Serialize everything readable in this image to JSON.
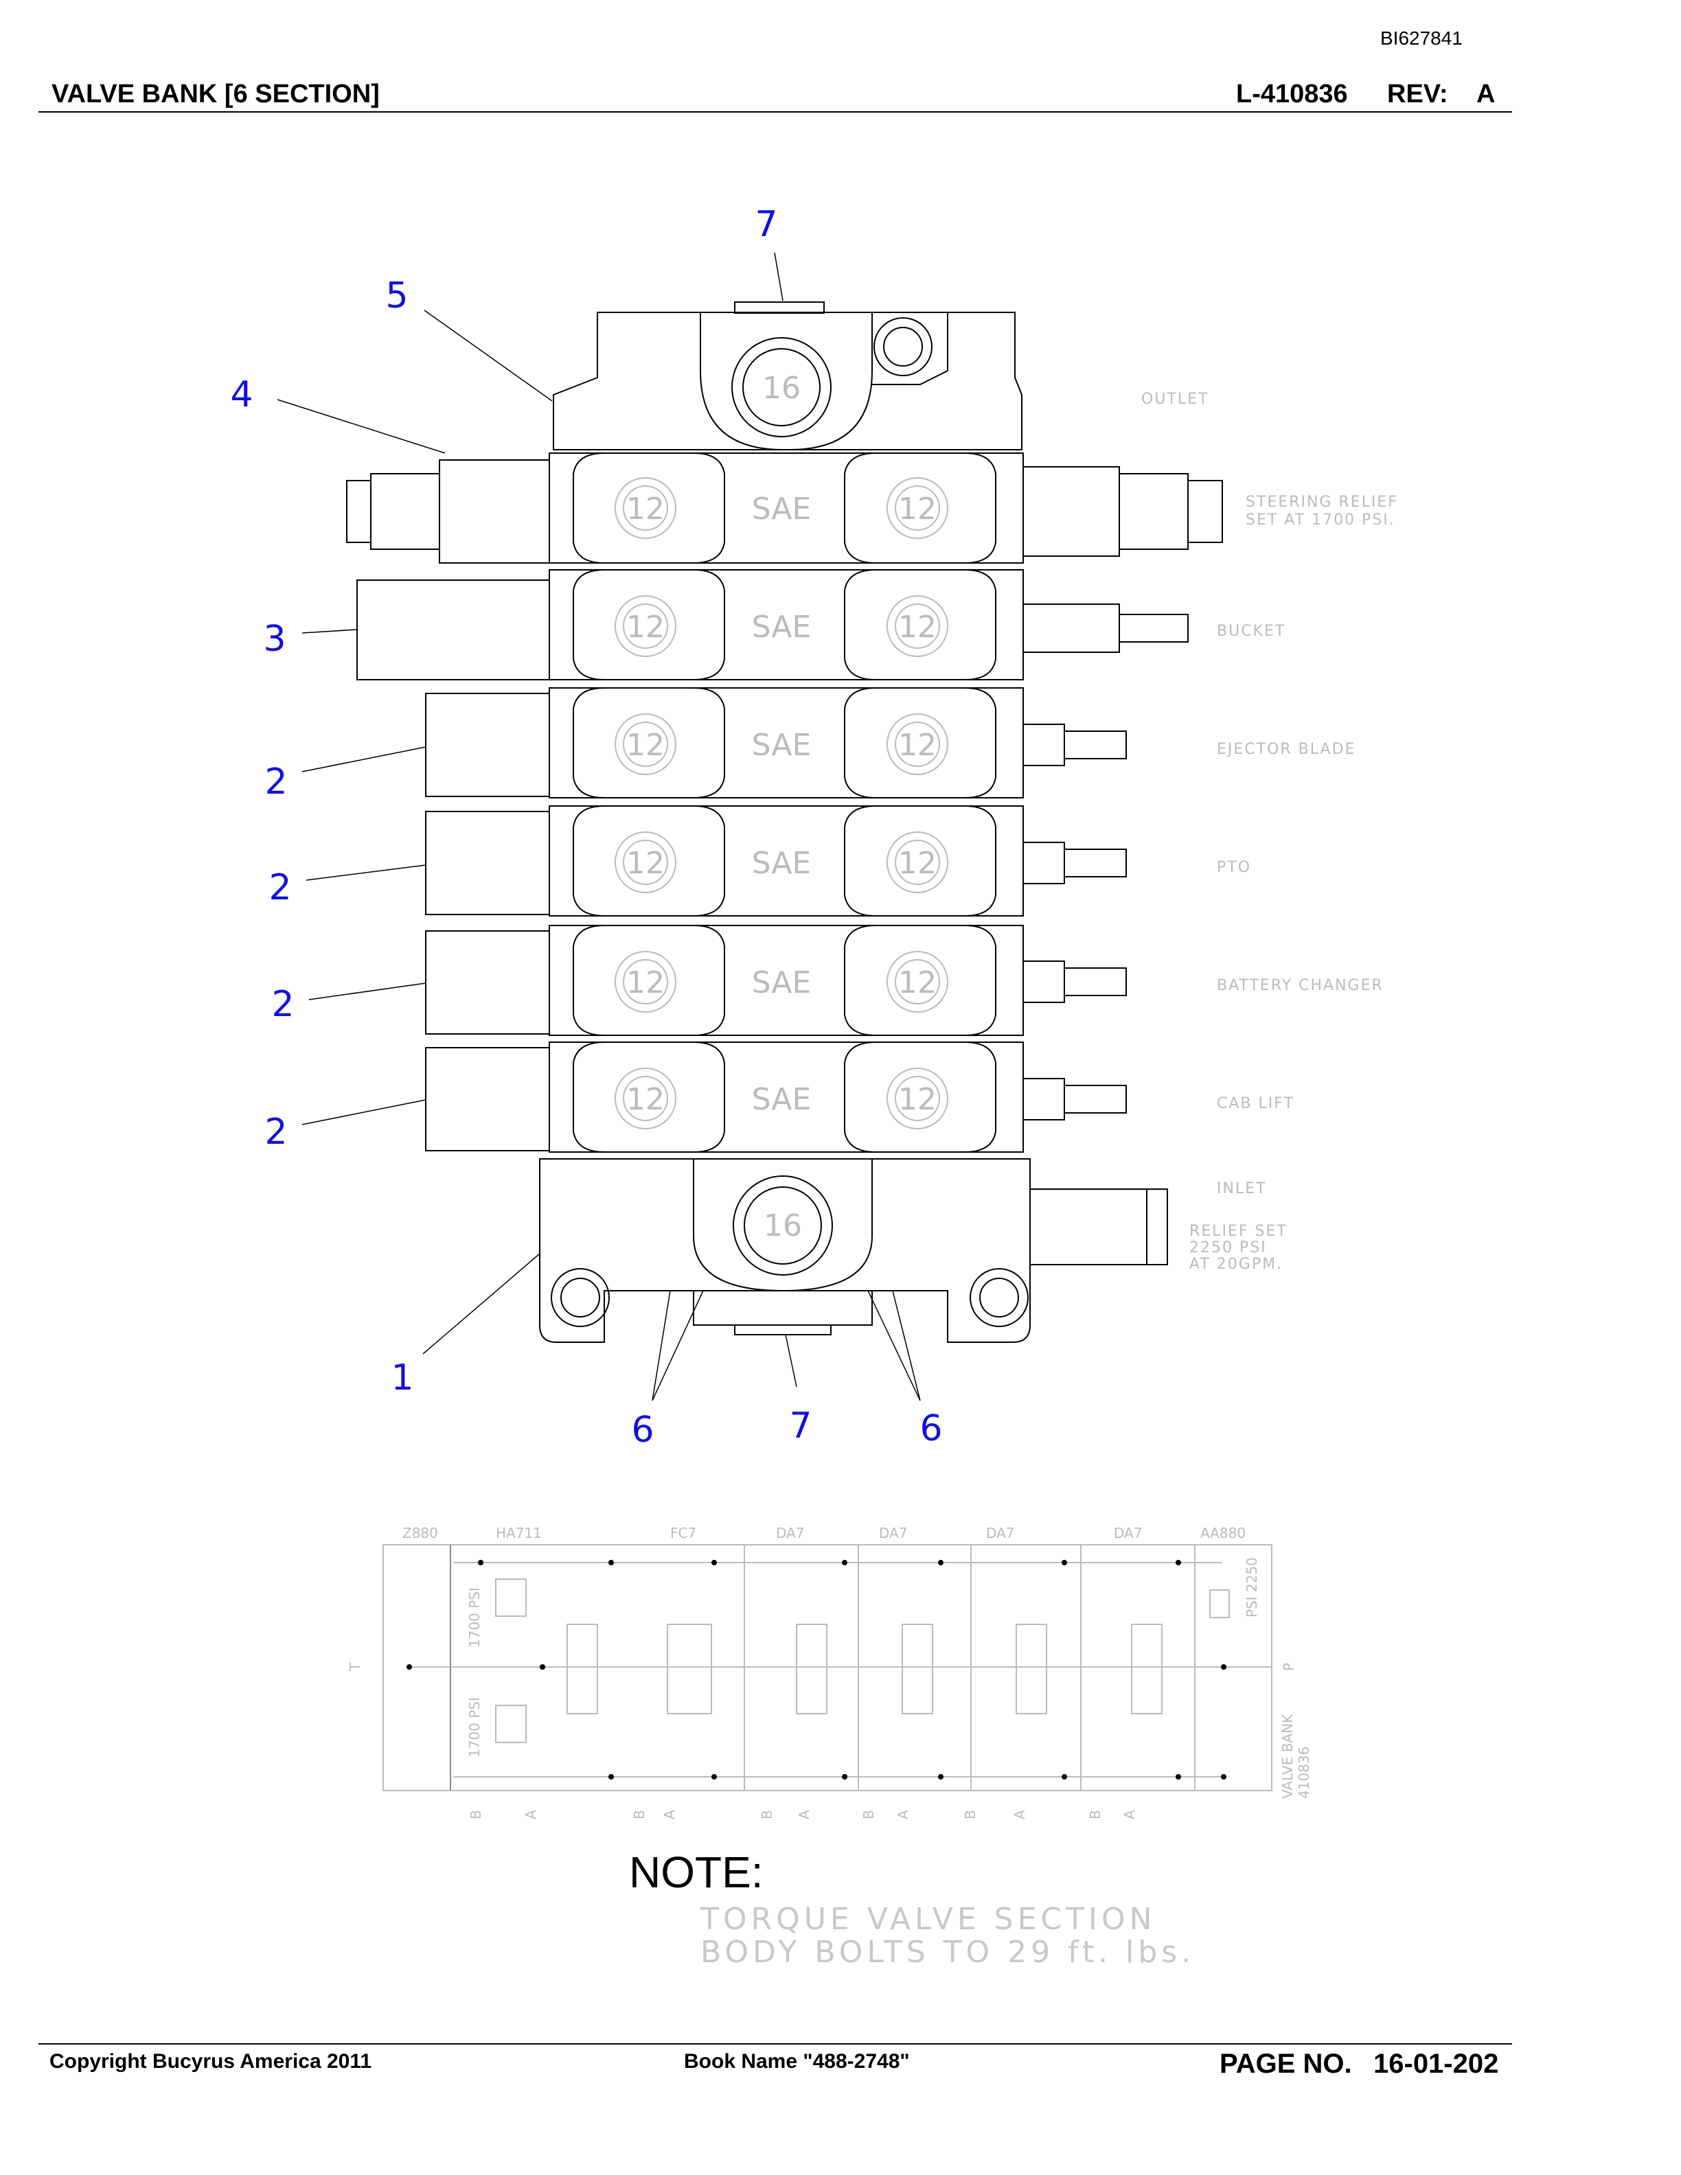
{
  "header": {
    "doc_id": "BI627841",
    "title": "VALVE BANK [6 SECTION]",
    "doc_number": "L-410836",
    "rev_label": "REV:",
    "rev_value": "A"
  },
  "callouts": [
    "7",
    "5",
    "4",
    "3",
    "2",
    "2",
    "2",
    "2",
    "1",
    "6",
    "7",
    "6"
  ],
  "valve": {
    "outlet_port": "16",
    "inlet_port": "16",
    "section_ports": [
      "12",
      "SAE",
      "12"
    ],
    "labels": {
      "outlet": "OUTLET",
      "steering_relief_1": "STEERING RELIEF",
      "steering_relief_2": "SET AT 1700 PSI.",
      "bucket": "BUCKET",
      "ejector_blade": "EJECTOR BLADE",
      "pto": "PTO",
      "battery_changer": "BATTERY CHANGER",
      "cab_lift": "CAB LIFT",
      "inlet": "INLET",
      "relief_1": "RELIEF SET",
      "relief_2": "2250 PSI",
      "relief_3": "AT 20GPM."
    }
  },
  "schematic": {
    "section_codes": [
      "Z880",
      "HA711",
      "FC7",
      "DA7",
      "DA7",
      "DA7",
      "DA7",
      "AA880"
    ],
    "port_t": "T",
    "port_p": "P",
    "psi_upper": "1700 PSI",
    "psi_lower": "1700 PSI",
    "relief_psi": "PSI 2250",
    "bank_label_1": "VALVE BANK",
    "bank_label_2": "410836",
    "ports_ba": [
      "B",
      "A",
      "B",
      "A",
      "B",
      "A",
      "B",
      "A",
      "B",
      "A",
      "B",
      "A"
    ]
  },
  "note": {
    "title": "NOTE:",
    "line1": "TORQUE VALVE SECTION",
    "line2": "BODY BOLTS TO 29 ft. lbs."
  },
  "footer": {
    "copyright": "Copyright Bucyrus America 2011",
    "book": "Book Name \"488-2748\"",
    "page_label": "PAGE NO.",
    "page_value": "16-01-202"
  },
  "colors": {
    "callout": "#1010e0",
    "line": "#000000",
    "faint": "#c8c8c8"
  }
}
